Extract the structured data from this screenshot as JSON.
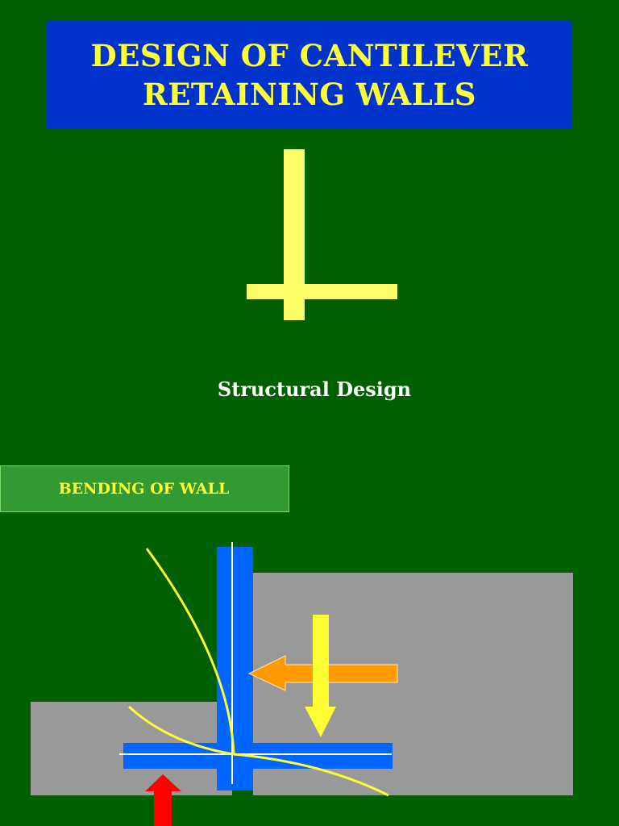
{
  "title": {
    "line1": "DESIGN OF CANTILEVER",
    "line2": "RETAINING WALLS"
  },
  "subtitle": "Structural Design",
  "section": {
    "label": "BENDING OF WALL"
  },
  "colors": {
    "background": "#006000",
    "title_box": "#0033cc",
    "title_text": "#ffff33",
    "wall": "#0066ff",
    "soil": "#999999",
    "deflection_curve": "#ffff33",
    "centerline": "#ffffff",
    "earth_pressure_arrow": "#ff9900",
    "vertical_load_arrow": "#ffff33",
    "reaction_arrow": "#ff0000"
  }
}
